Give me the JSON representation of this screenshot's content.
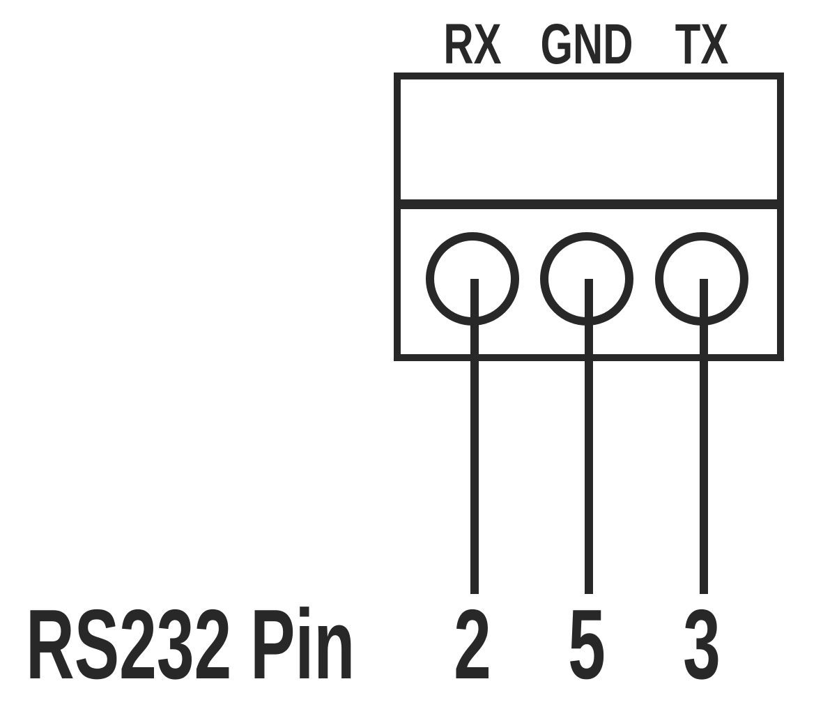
{
  "diagram": {
    "type": "rs232-terminal-pinout",
    "ink_color": "#282828",
    "background_color": "#ffffff",
    "caption": "RS232 Pin",
    "terminals": [
      {
        "signal": "RX",
        "rs232_pin": "2"
      },
      {
        "signal": "GND",
        "rs232_pin": "5"
      },
      {
        "signal": "TX",
        "rs232_pin": "3"
      }
    ]
  }
}
